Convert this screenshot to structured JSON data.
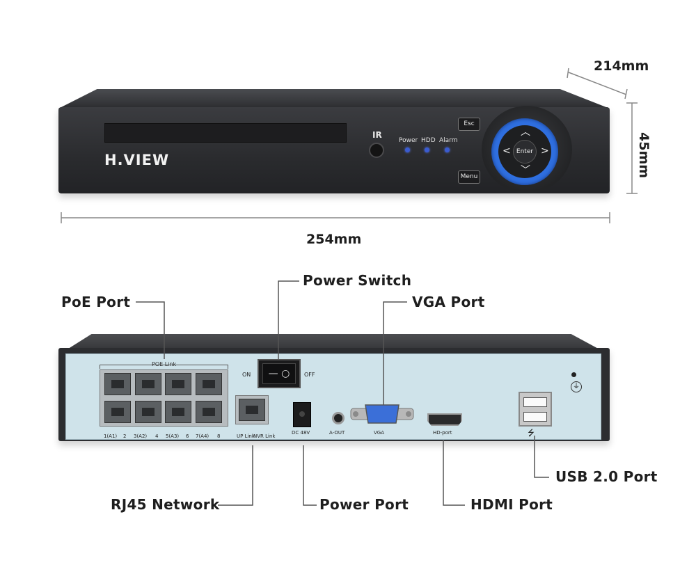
{
  "dimensions": {
    "depth": "214mm",
    "height": "45mm",
    "width": "254mm"
  },
  "front": {
    "brand": "H.VIEW",
    "ir_label": "IR",
    "led_labels": [
      "Power",
      "HDD",
      "Alarm"
    ],
    "esc_label": "Esc",
    "menu_label": "Menu",
    "enter_label": "Enter",
    "led_color": "#3a5bd0",
    "nav_ring_color": "#2f6fe0"
  },
  "rear": {
    "poe_link_label": "POE Link",
    "port_numbers": [
      "1(A1)",
      "2",
      "3(A2)",
      "4",
      "5(A3)",
      "6",
      "7(A4)",
      "8"
    ],
    "up_link_label": "UP Link",
    "nvr_link_label": "NVR Link",
    "switch_on": "ON",
    "switch_off": "OFF",
    "dc_label": "DC 48V",
    "aout_label": "A-OUT",
    "vga_label": "VGA",
    "hdport_label": "HD-port",
    "usb_symbol": "⭍"
  },
  "callouts": {
    "poe_port": "PoE Port",
    "power_switch": "Power Switch",
    "vga_port": "VGA Port",
    "usb_port": "USB 2.0 Port",
    "rj45": "RJ45 Network",
    "power_port": "Power Port",
    "hdmi_port": "HDMI Port"
  }
}
